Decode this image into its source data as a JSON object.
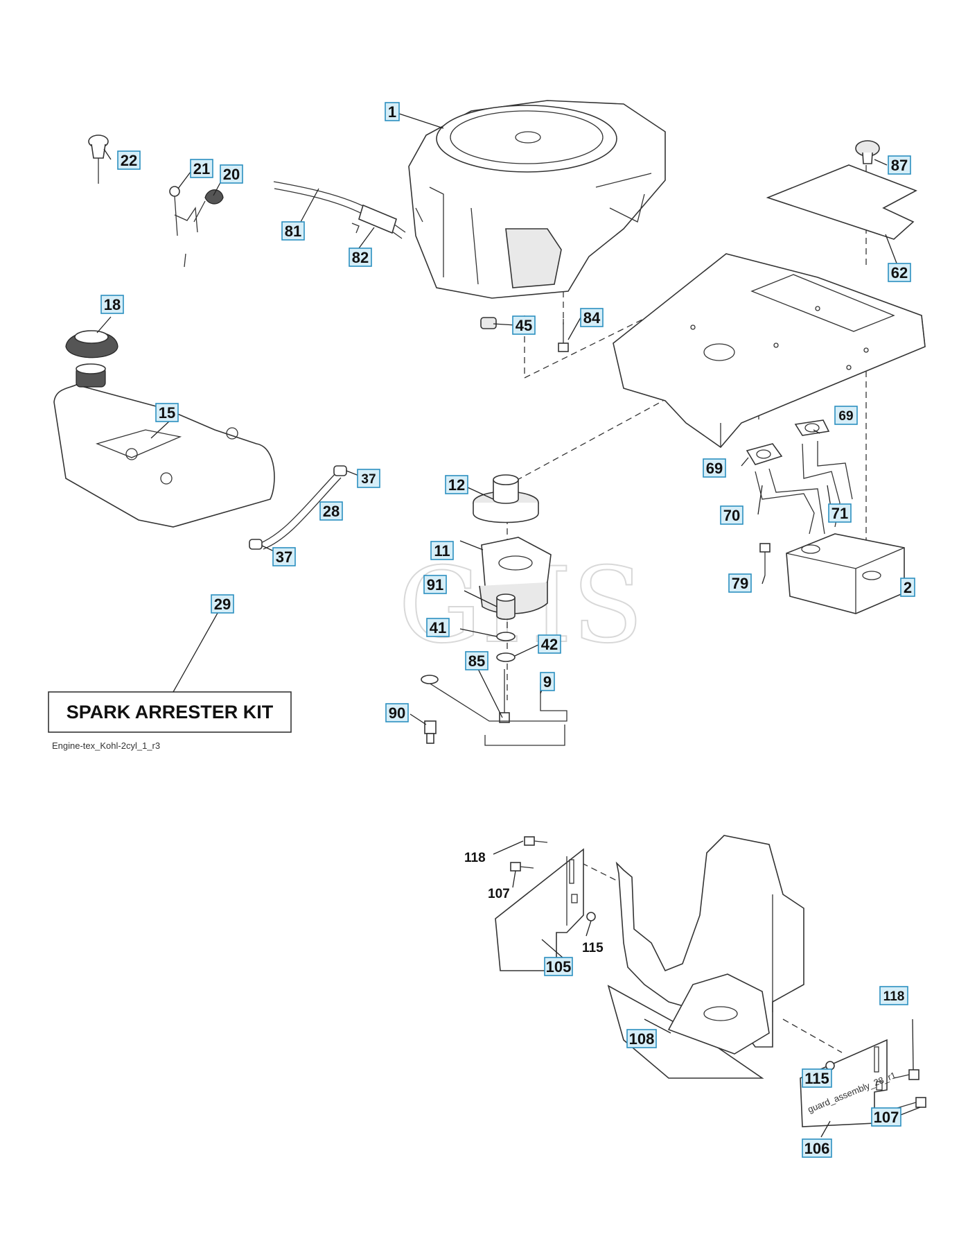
{
  "callouts": [
    {
      "id": "1"
    },
    {
      "id": "22"
    },
    {
      "id": "21"
    },
    {
      "id": "20"
    },
    {
      "id": "81"
    },
    {
      "id": "82"
    },
    {
      "id": "87"
    },
    {
      "id": "62"
    },
    {
      "id": "18"
    },
    {
      "id": "45"
    },
    {
      "id": "84"
    },
    {
      "id": "15"
    },
    {
      "id": "69a",
      "label": "69"
    },
    {
      "id": "69b",
      "label": "69"
    },
    {
      "id": "37a",
      "label": "37"
    },
    {
      "id": "28"
    },
    {
      "id": "37b",
      "label": "37"
    },
    {
      "id": "12"
    },
    {
      "id": "70"
    },
    {
      "id": "71"
    },
    {
      "id": "11"
    },
    {
      "id": "79"
    },
    {
      "id": "2"
    },
    {
      "id": "29"
    },
    {
      "id": "91"
    },
    {
      "id": "41"
    },
    {
      "id": "42"
    },
    {
      "id": "85"
    },
    {
      "id": "9"
    },
    {
      "id": "90"
    },
    {
      "id": "105"
    },
    {
      "id": "108"
    },
    {
      "id": "118b",
      "label": "118"
    },
    {
      "id": "115b",
      "label": "115"
    },
    {
      "id": "107b",
      "label": "107"
    },
    {
      "id": "106"
    }
  ],
  "plain_labels": {
    "118a": "118",
    "107a": "107",
    "115a": "115"
  },
  "kit_label": "SPARK ARRESTER KIT",
  "diagram_ref": "Engine-tex_Kohl-2cyl_1_r3",
  "part_stamp": "guard_assembly_28_r1",
  "watermark": "GHS",
  "colors": {
    "callout_fill": "#d6eef8",
    "callout_border": "#2b8fc0",
    "line": "#333333"
  }
}
